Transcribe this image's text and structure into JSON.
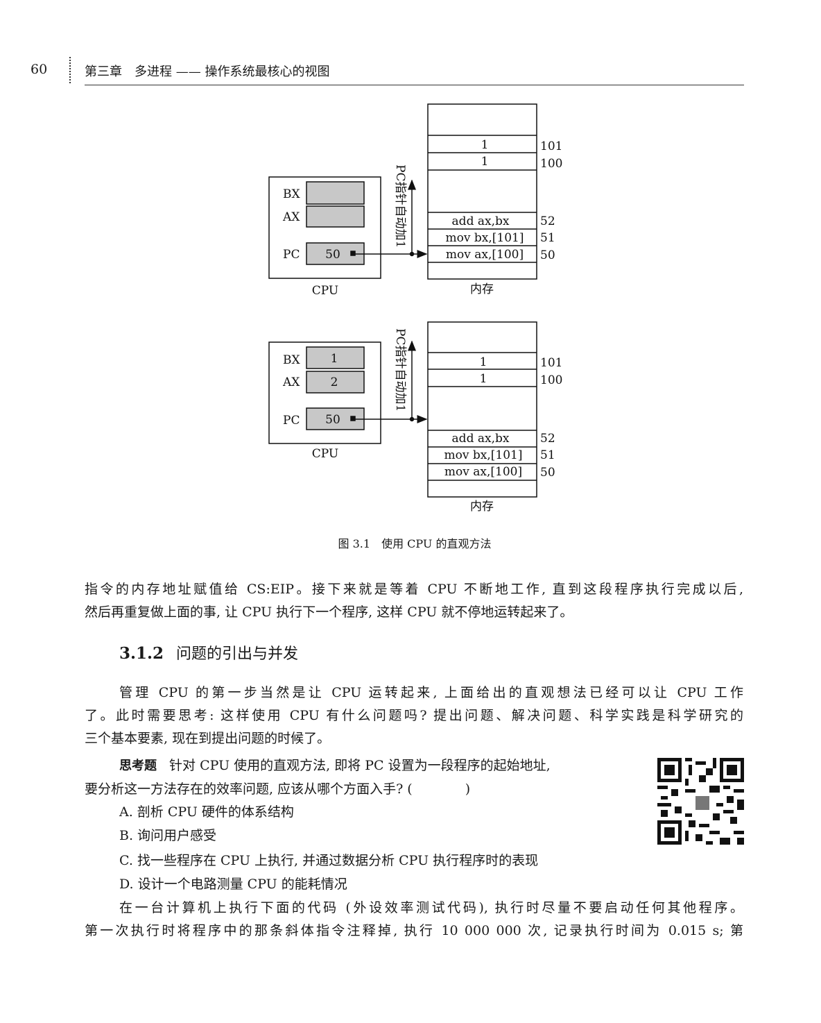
{
  "header": {
    "page_number": "60",
    "chapter_title": "第三章　多进程 —— 操作系统最核心的视图"
  },
  "figure": {
    "cpu_label": "CPU",
    "memory_label": "内存",
    "arrow_label": "PC指针自动加1",
    "registers": {
      "bx": "BX",
      "ax": "AX",
      "pc": "PC"
    },
    "diagram1": {
      "bx_value": "",
      "ax_value": "",
      "pc_value": "50"
    },
    "diagram2": {
      "bx_value": "1",
      "ax_value": "2",
      "pc_value": "50"
    },
    "memory_rows": [
      {
        "content": "1",
        "address": "101"
      },
      {
        "content": "1",
        "address": "100"
      },
      {
        "content": "add ax,bx",
        "address": "52"
      },
      {
        "content": "mov bx,[101]",
        "address": "51"
      },
      {
        "content": "mov ax,[100]",
        "address": "50"
      }
    ],
    "caption": "图 3.1　使用 CPU 的直观方法"
  },
  "body": {
    "p1": [
      "指令的内存地址赋值给 CS:EIP。接下来就是等着 CPU 不断地工作, 直到这段程序执行完成以后,",
      "然后再重复做上面的事, 让 CPU 执行下一个程序, 这样 CPU 就不停地运转起来了。"
    ],
    "section_number": "3.1.2",
    "section_title": "问题的引出与并发",
    "p2": [
      "管理 CPU 的第一步当然是让 CPU 运转起来, 上面给出的直观想法已经可以让 CPU 工作",
      "了。此时需要思考: 这样使用 CPU 有什么问题吗? 提出问题、解决问题、科学实践是科学研究的",
      "三个基本要素, 现在到提出问题的时候了。"
    ],
    "question_label": "思考题",
    "question": [
      "针对 CPU 使用的直观方法, 即将 PC 设置为一段程序的起始地址,",
      "要分析这一方法存在的效率问题, 应该从哪个方面入手? (　　　　)"
    ],
    "options": [
      "A. 剖析 CPU 硬件的体系结构",
      "B. 询问用户感受",
      "C. 找一些程序在 CPU 上执行, 并通过数据分析 CPU 执行程序时的表现",
      "D. 设计一个电路测量 CPU 的能耗情况"
    ],
    "p3": [
      "在一台计算机上执行下面的代码 (外设效率测试代码), 执行时尽量不要启动任何其他程序。",
      "第一次执行时将程序中的那条斜体指令注释掉, 执行 10 000 000 次, 记录执行时间为 0.015 s; 第"
    ]
  }
}
